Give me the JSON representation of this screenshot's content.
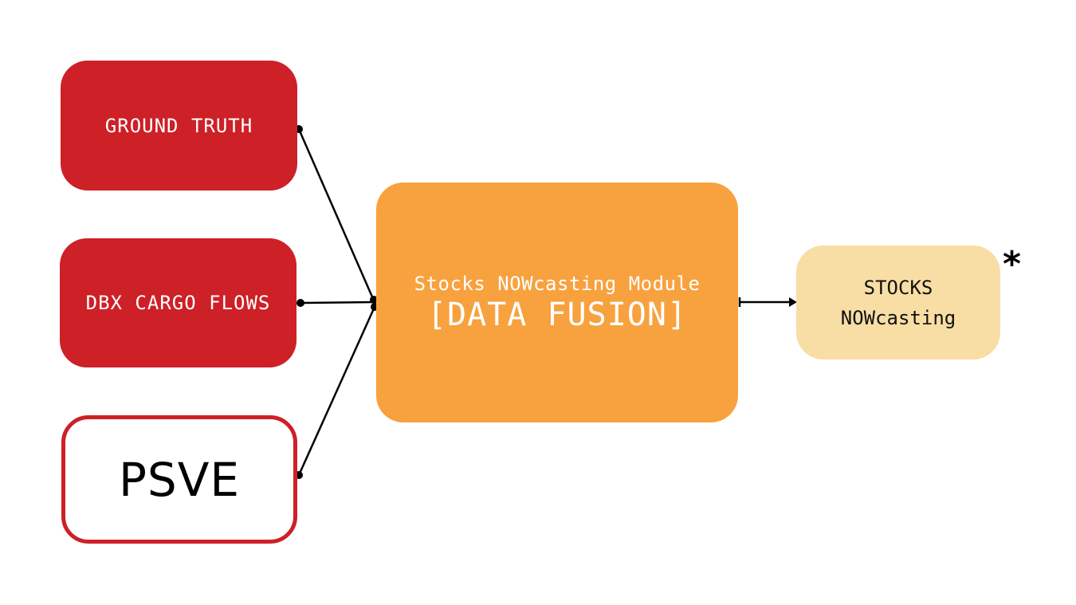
{
  "nodes": {
    "ground_truth": {
      "label": "GROUND TRUTH"
    },
    "dbx_cargo_flows": {
      "label": "DBX CARGO FLOWS"
    },
    "psve": {
      "label": "PSVE"
    },
    "data_fusion": {
      "title": "Stocks NOWcasting Module",
      "subtitle": "[DATA FUSION]"
    },
    "output": {
      "line1": "STOCKS",
      "line2": "NOWcasting",
      "marker": "*"
    }
  },
  "colors": {
    "input_red": "#cd2027",
    "fusion_orange": "#f7a23f",
    "output_cream": "#f8dea4",
    "connector": "#000000"
  }
}
